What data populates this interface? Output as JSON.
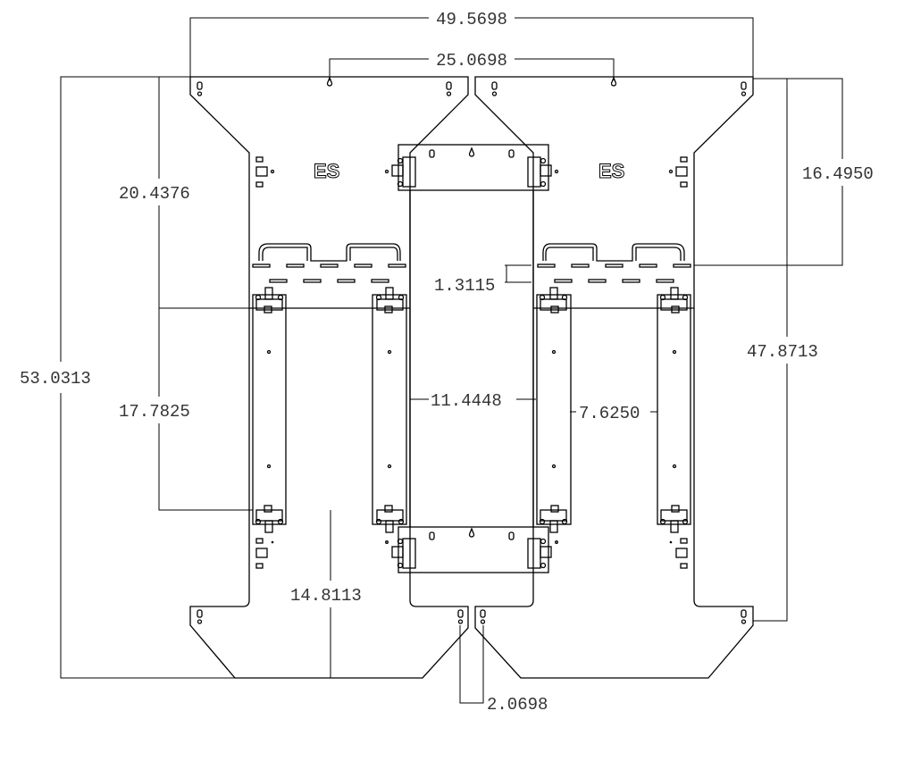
{
  "drawing": {
    "logo_text": "ES",
    "dimensions": {
      "overall_width": "49.5698",
      "hole_spacing": "25.0698",
      "overall_height": "53.0313",
      "top_to_crossbar": "20.4376",
      "rail_length": "17.7825",
      "bottom_section": "14.8113",
      "center_gap": "2.0698",
      "inner_rail_spacing": "11.4448",
      "outer_rail_spacing": "7.6250",
      "slot_offset": "1.3115",
      "top_to_slots": "16.4950",
      "hole_to_hole_vertical": "47.8713"
    }
  }
}
